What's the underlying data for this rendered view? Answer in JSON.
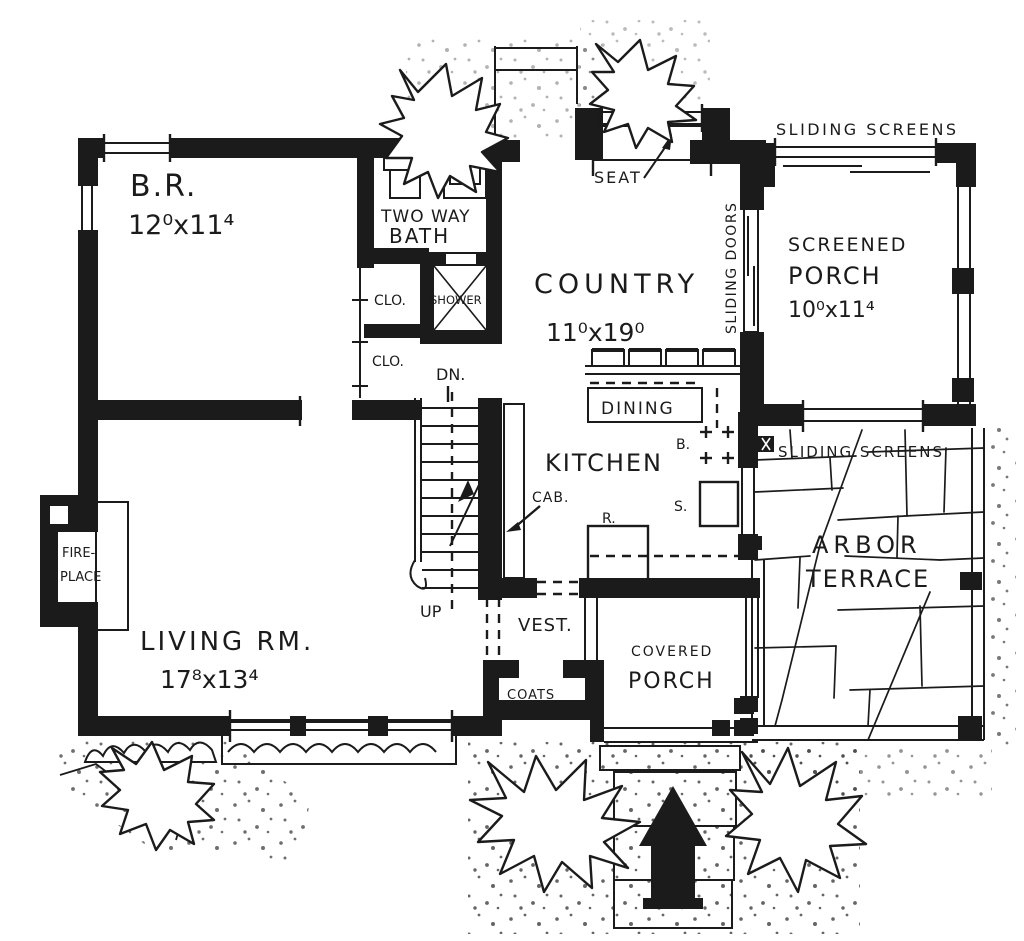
{
  "labels": {
    "bedroom_name": "B.R.",
    "bedroom_dims": "12⁰x11⁴",
    "bath_line1": "TWO WAY",
    "bath_line2": "BATH",
    "closet_upper": "CLO.",
    "closet_lower": "CLO.",
    "shower": "SHOWER",
    "stairs_down": "DN.",
    "stairs_up": "UP",
    "country_name": "COUNTRY",
    "country_dims": "11⁰x19⁰",
    "seat": "SEAT",
    "sliding_doors": "SLIDING DOORS",
    "sliding_screens_top": "SLIDING SCREENS",
    "sliding_screens_terrace": "SLIDING SCREENS",
    "screened_porch_line1": "SCREENED",
    "screened_porch_line2": "PORCH",
    "screened_porch_dims": "10⁰x11⁴",
    "dining": "DINING",
    "kitchen": "KITCHEN",
    "kitchen_sup": "B.",
    "cabinet": "CAB.",
    "refrigerator": "R.",
    "sink": "S.",
    "arbor_line1": "ARBOR",
    "arbor_line2": "TERRACE",
    "fireplace_line1": "FIRE-",
    "fireplace_line2": "PLACE",
    "living_name": "LIVING RM.",
    "living_dims": "17⁸x13⁴",
    "vestibule": "VEST.",
    "coats": "COATS",
    "covered_porch_line1": "COVERED",
    "covered_porch_line2": "PORCH"
  },
  "colors": {
    "ink": "#1b1b1b",
    "paper": "#ffffff"
  }
}
